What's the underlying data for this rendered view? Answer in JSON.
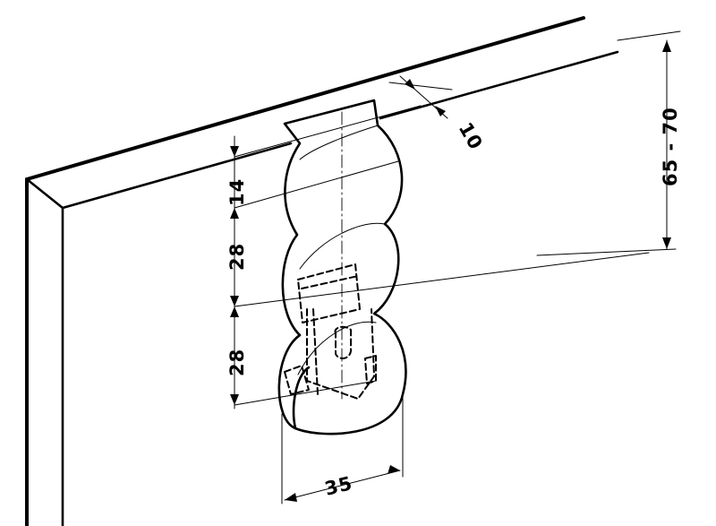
{
  "dimensions": {
    "notch_depth": "10",
    "total_height": "65 - 70",
    "top_offset": "14",
    "upper_pitch": "28",
    "lower_pitch": "28",
    "width": "35"
  }
}
